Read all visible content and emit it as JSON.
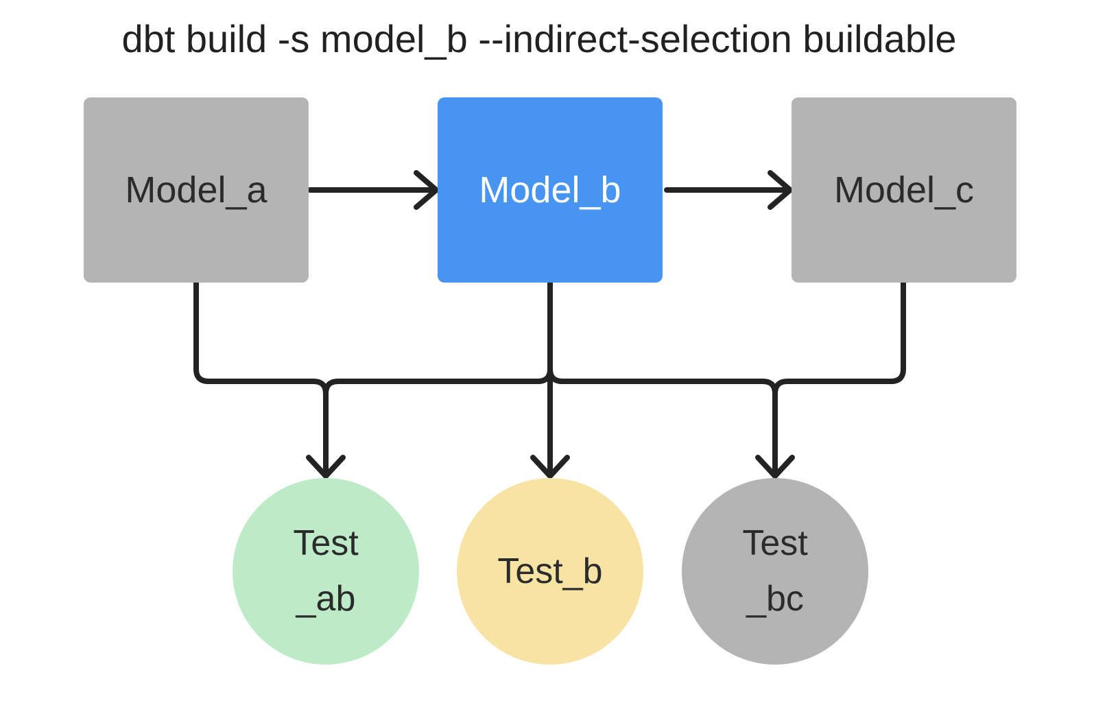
{
  "title": "dbt build -s model_b --indirect-selection buildable",
  "colors": {
    "background": "#ffffff",
    "model_default": "#b4b4b4",
    "model_selected": "#4795f1",
    "test_green": "#bdebc8",
    "test_yellow": "#f7e4a4",
    "test_gray": "#b4b4b4",
    "edge": "#232323",
    "text_dark": "#2b2b2b",
    "text_light": "#ffffff",
    "title_text": "#212121"
  },
  "models": [
    {
      "id": "model_a",
      "label": "Model_a",
      "color": "#b4b4b4",
      "selected": false
    },
    {
      "id": "model_b",
      "label": "Model_b",
      "color": "#4795f1",
      "selected": true
    },
    {
      "id": "model_c",
      "label": "Model_c",
      "color": "#b4b4b4",
      "selected": false
    }
  ],
  "tests": [
    {
      "id": "test_ab",
      "lines": [
        "Test",
        "_ab"
      ],
      "label": "Test_ab",
      "color": "#bdebc8"
    },
    {
      "id": "test_b",
      "lines": [
        "Test_b"
      ],
      "label": "Test_b",
      "color": "#f7e4a4"
    },
    {
      "id": "test_bc",
      "lines": [
        "Test",
        "_bc"
      ],
      "label": "Test_bc",
      "color": "#b4b4b4"
    }
  ],
  "edges": [
    {
      "from": "model_a",
      "to": "model_b"
    },
    {
      "from": "model_b",
      "to": "model_c"
    },
    {
      "from": "model_a",
      "to": "test_ab"
    },
    {
      "from": "model_b",
      "to": "test_ab"
    },
    {
      "from": "model_b",
      "to": "test_b"
    },
    {
      "from": "model_b",
      "to": "test_bc"
    },
    {
      "from": "model_c",
      "to": "test_bc"
    }
  ]
}
